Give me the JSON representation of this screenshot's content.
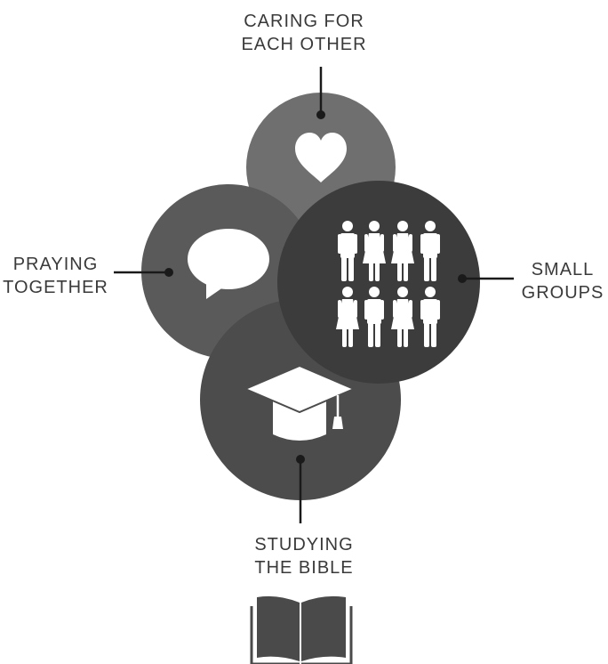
{
  "labels": {
    "caring": {
      "line1": "CARING FOR",
      "line2": "EACH OTHER"
    },
    "praying": {
      "line1": "PRAYING",
      "line2": "TOGETHER"
    },
    "groups": {
      "line1": "SMALL",
      "line2": "GROUPS"
    },
    "studying": {
      "line1": "STUDYING",
      "line2": "THE BIBLE"
    }
  },
  "colors": {
    "caring_circle": "#6f6f6f",
    "praying_circle": "#5a5a5a",
    "studying_circle": "#4c4c4c",
    "groups_circle": "#3c3c3c",
    "connector": "#1a1a1a",
    "icon": "#ffffff",
    "book": "#4a4a4a"
  },
  "icons": {
    "caring": "heart-icon",
    "praying": "speech-bubble-icon",
    "groups": "people-icon",
    "studying": "graduation-cap-icon",
    "footer": "open-book-icon"
  }
}
